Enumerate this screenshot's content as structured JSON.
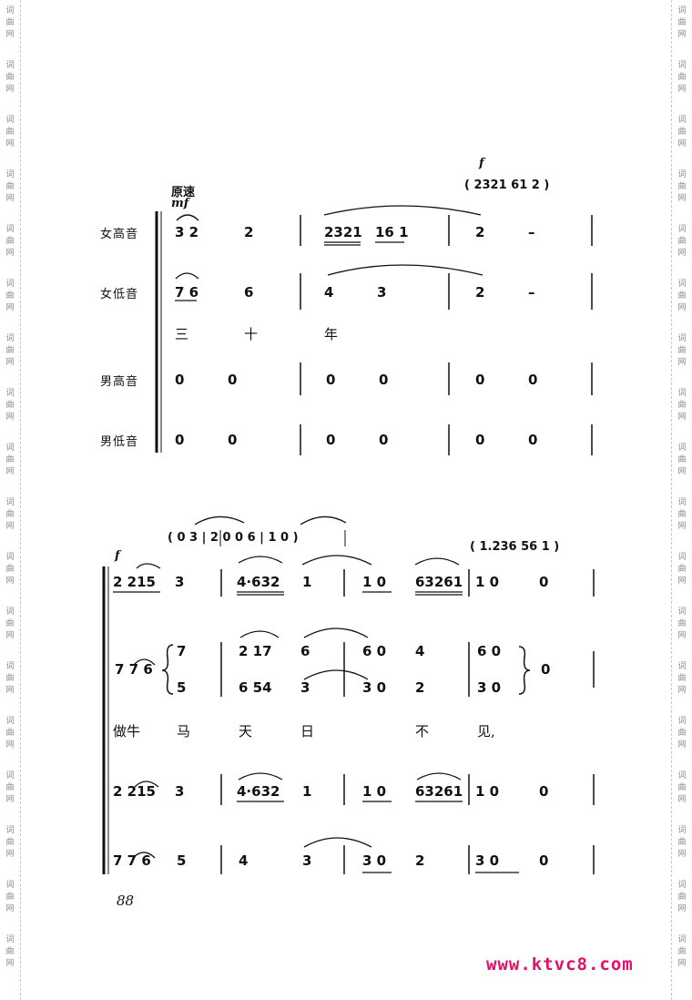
{
  "side_text": "词曲网",
  "watermark": "www.ktvc8.com",
  "page_number": "88",
  "system1": {
    "tempo": "原速",
    "dynamic_mf": "mf",
    "dynamic_f": "f",
    "parts": [
      "女高音",
      "女低音",
      "男高音",
      "男低音"
    ],
    "intro": "( 2321  61 2 )",
    "soprano": [
      "3 2",
      "2",
      "2321",
      "16 1",
      "2",
      "–"
    ],
    "alto": [
      "7 6",
      "6",
      "4",
      "3",
      "2",
      "–"
    ],
    "lyrics": [
      "三",
      "十",
      "年"
    ],
    "tenor": [
      "0",
      "0",
      "0",
      "0",
      "0",
      "0"
    ],
    "bass": [
      "0",
      "0",
      "0",
      "0",
      "0",
      "0"
    ]
  },
  "system2": {
    "dynamic_f": "f",
    "intro_a": "( 0 3 | 2  0   0 6 | 1 0 )",
    "intro_b": "( 1.236   56 1 )",
    "line1": [
      "2 215",
      "3",
      "4·632",
      "1",
      "1 0",
      "63261",
      "1  0",
      "0"
    ],
    "line2_upper": [
      "7",
      "2  17",
      "6",
      "6 0",
      "4",
      "6  0"
    ],
    "line2_lower": [
      "5",
      "6  54",
      "3",
      "3 0",
      "2",
      "3  0"
    ],
    "line2_lead": "7 7 6",
    "line2_end": "0",
    "lyrics": [
      "做牛",
      "马",
      "天",
      "日",
      "不",
      "见,"
    ],
    "line4": [
      "2 215",
      "3",
      "4·632",
      "1",
      "1 0",
      "63261",
      "1  0",
      "0"
    ],
    "line5": [
      "7 7 6",
      "5",
      "4",
      "3",
      "3 0",
      "2",
      "3  0",
      "0"
    ]
  }
}
